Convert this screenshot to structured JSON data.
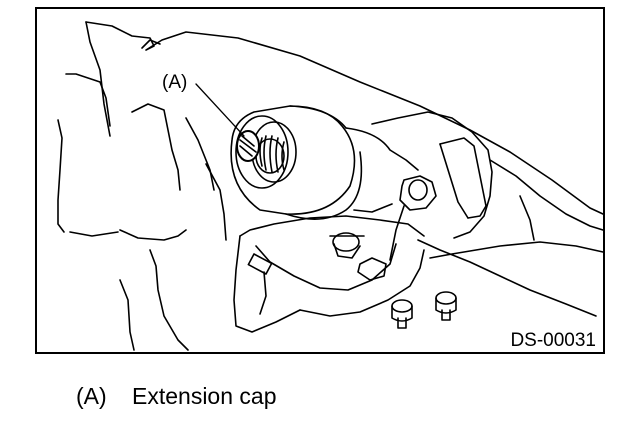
{
  "callout": {
    "label": "(A)"
  },
  "figure_code": "DS-00031",
  "legend": [
    {
      "key": "(A)",
      "text": "Extension cap"
    }
  ]
}
